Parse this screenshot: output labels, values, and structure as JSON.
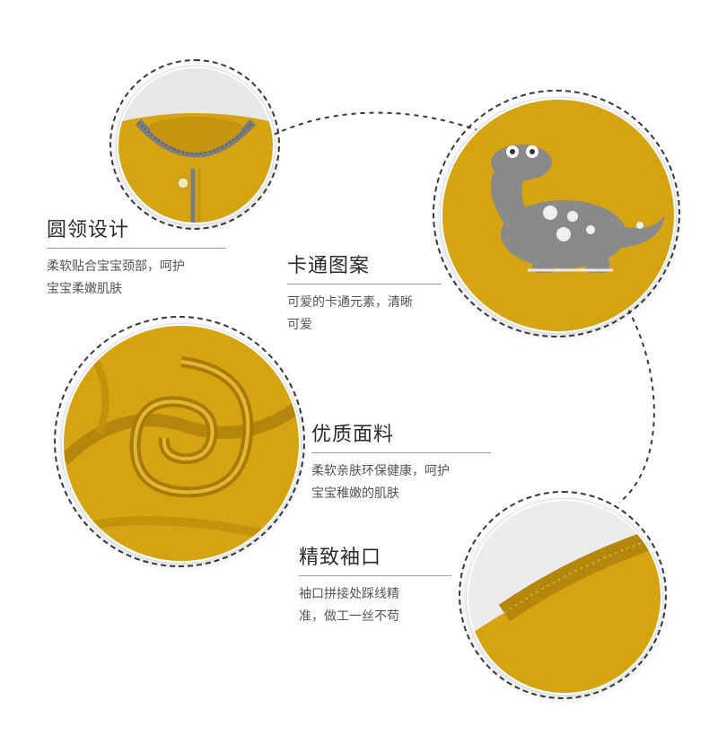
{
  "features": [
    {
      "id": "collar",
      "title": "圆领设计",
      "desc_line1": "柔软贴合宝宝颈部，呵护",
      "desc_line2": "宝宝柔嫩肌肤",
      "image_icon": "round-collar-photo"
    },
    {
      "id": "cartoon",
      "title": "卡通图案",
      "desc_line1": "可爱的卡通元素，清晰",
      "desc_line2": "可爱",
      "image_icon": "dinosaur-embroidery-photo"
    },
    {
      "id": "fabric",
      "title": "优质面料",
      "desc_line1": "柔软亲肤环保健康，呵护",
      "desc_line2": "宝宝稚嫩的肌肤",
      "image_icon": "knit-fabric-swirl-photo"
    },
    {
      "id": "cuff",
      "title": "精致袖口",
      "desc_line1": "袖口拼接处踩线精",
      "desc_line2": "准，做工一丝不苟",
      "image_icon": "ribbed-cuff-photo"
    }
  ],
  "colors": {
    "mustard": "#d6a413",
    "mustard_dark": "#b4860b",
    "grey_trim": "#7d7d7d",
    "dashed_line": "#3a3a3a"
  }
}
